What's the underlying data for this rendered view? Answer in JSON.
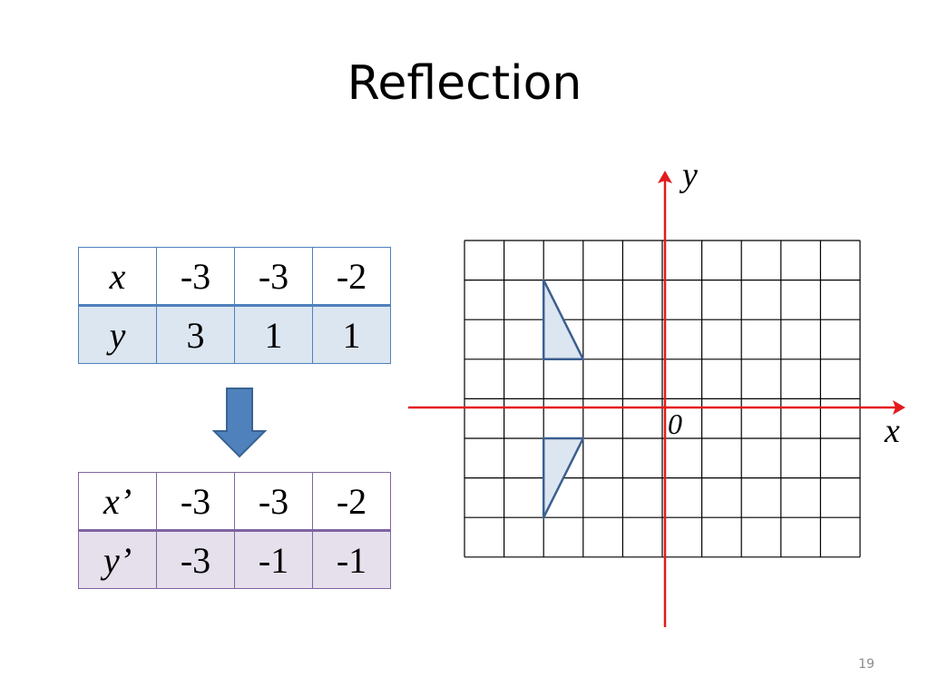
{
  "title": "Reflection",
  "page_number": "19",
  "original_table": {
    "row1": {
      "label": "x",
      "values": [
        "-3",
        "-3",
        "-2"
      ]
    },
    "row2": {
      "label": "y",
      "values": [
        "3",
        "1",
        "1"
      ]
    }
  },
  "reflected_table": {
    "row1": {
      "label": "x’",
      "values": [
        "-3",
        "-3",
        "-2"
      ]
    },
    "row2": {
      "label": "y’",
      "values": [
        "-3",
        "-1",
        "-1"
      ]
    }
  },
  "axes": {
    "x_label": "x",
    "y_label": "y",
    "origin_label": "0"
  },
  "grid": {
    "x_range": [
      -5,
      5
    ],
    "y_range": [
      -4,
      4
    ]
  },
  "triangles": {
    "original": [
      [
        -3,
        3
      ],
      [
        -3,
        1
      ],
      [
        -2,
        1
      ]
    ],
    "reflected": [
      [
        -3,
        -3
      ],
      [
        -3,
        -1
      ],
      [
        -2,
        -1
      ]
    ]
  },
  "colors": {
    "axis": "#e31a1c",
    "triangle_stroke": "#3c5f8f",
    "triangle_fill": "#dce6f1",
    "arrow_fill": "#4f81bd",
    "arrow_stroke": "#3a6291"
  }
}
